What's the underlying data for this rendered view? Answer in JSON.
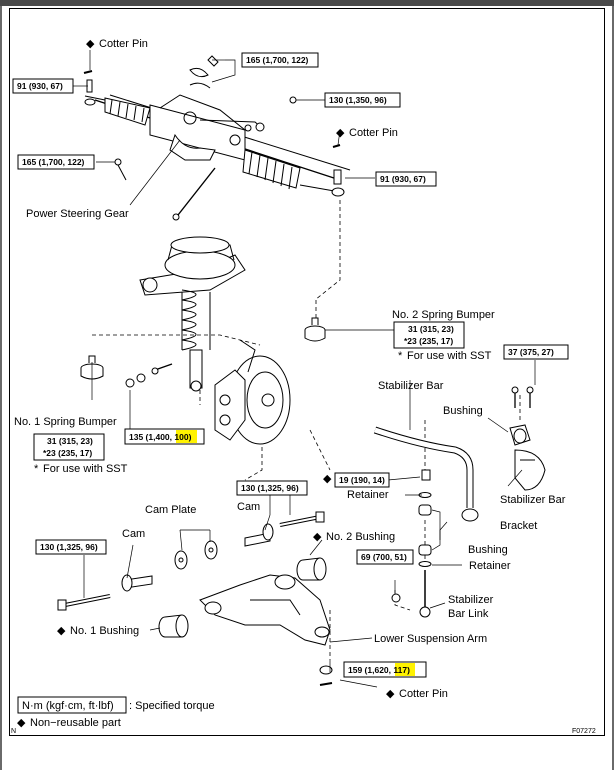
{
  "labels": {
    "cotter_pin": "Cotter Pin",
    "power_steering_gear": "Power Steering Gear",
    "no2_spring_bumper": "No. 2 Spring Bumper",
    "no1_spring_bumper": "No. 1 Spring Bumper",
    "for_use_with_sst": "For use with SST",
    "stabilizer_bar": "Stabilizer Bar",
    "bushing": "Bushing",
    "stabilizer_bar_bracket_1": "Stabilizer Bar",
    "stabilizer_bar_bracket_2": "Bracket",
    "retainer": "Retainer",
    "cam_plate": "Cam Plate",
    "cam": "Cam",
    "no2_bushing": "No. 2 Bushing",
    "no1_bushing": "No. 1 Bushing",
    "stabilizer_bar_link_1": "Stabilizer",
    "stabilizer_bar_link_2": "Bar Link",
    "lower_suspension_arm": "Lower Suspension Arm"
  },
  "torques": {
    "t_91_top": "91 (930, 67)",
    "t_165_top": "165 (1,700, 122)",
    "t_130_1350": "130 (1,350, 96)",
    "t_165_left": "165 (1,700, 122)",
    "t_91_right": "91 (930, 67)",
    "t_31_right_a": "31 (315, 23)",
    "t_31_right_b": "*23 (235, 17)",
    "t_37": "37 (375, 27)",
    "t_135_prefix": "135 (1,400, ",
    "t_135_hl": "100",
    "t_135_suffix": ")",
    "t_31_left_a": "31 (315, 23)",
    "t_31_left_b": "*23 (235, 17)",
    "t_19": "19 (190, 14)",
    "t_130_cam": "130 (1,325, 96)",
    "t_130_left": "130 (1,325, 96)",
    "t_69": "69 (700, 51)",
    "t_159_prefix": "159 (1,620, ",
    "t_159_hl": "117",
    "t_159_suffix": ")"
  },
  "symbols": {
    "diamond": "◆",
    "asterisk": "*"
  },
  "legend": {
    "unit_box": "N·m (kgf·cm, ft·lbf)",
    "specified_torque": ": Specified torque",
    "non_reusable": "Non−reusable part"
  },
  "corner": {
    "left_letter": "N",
    "figure_id": "F07272"
  },
  "colors": {
    "highlight": "#fff200",
    "line": "#000000",
    "background": "#ffffff"
  }
}
